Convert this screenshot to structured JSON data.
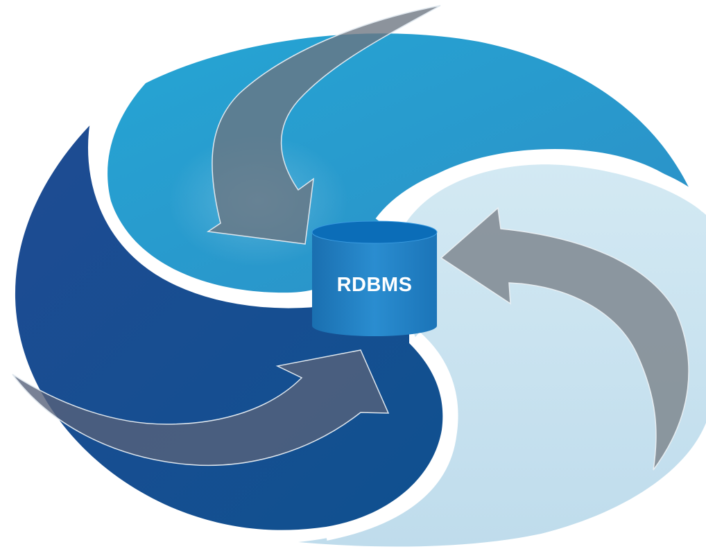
{
  "diagram": {
    "center_label": "RDBMS",
    "segments": [
      {
        "name": "top-segment",
        "color": "#27a0cf"
      },
      {
        "name": "left-segment",
        "color": "#1a4d94"
      },
      {
        "name": "right-segment",
        "color": "#c9e2ef"
      }
    ],
    "arrows": [
      {
        "name": "top-arrow",
        "direction": "into-center"
      },
      {
        "name": "left-arrow",
        "direction": "into-center"
      },
      {
        "name": "right-arrow",
        "direction": "into-center"
      }
    ],
    "arrow_color": "#6b7480",
    "database_color": "#1f83c4"
  }
}
